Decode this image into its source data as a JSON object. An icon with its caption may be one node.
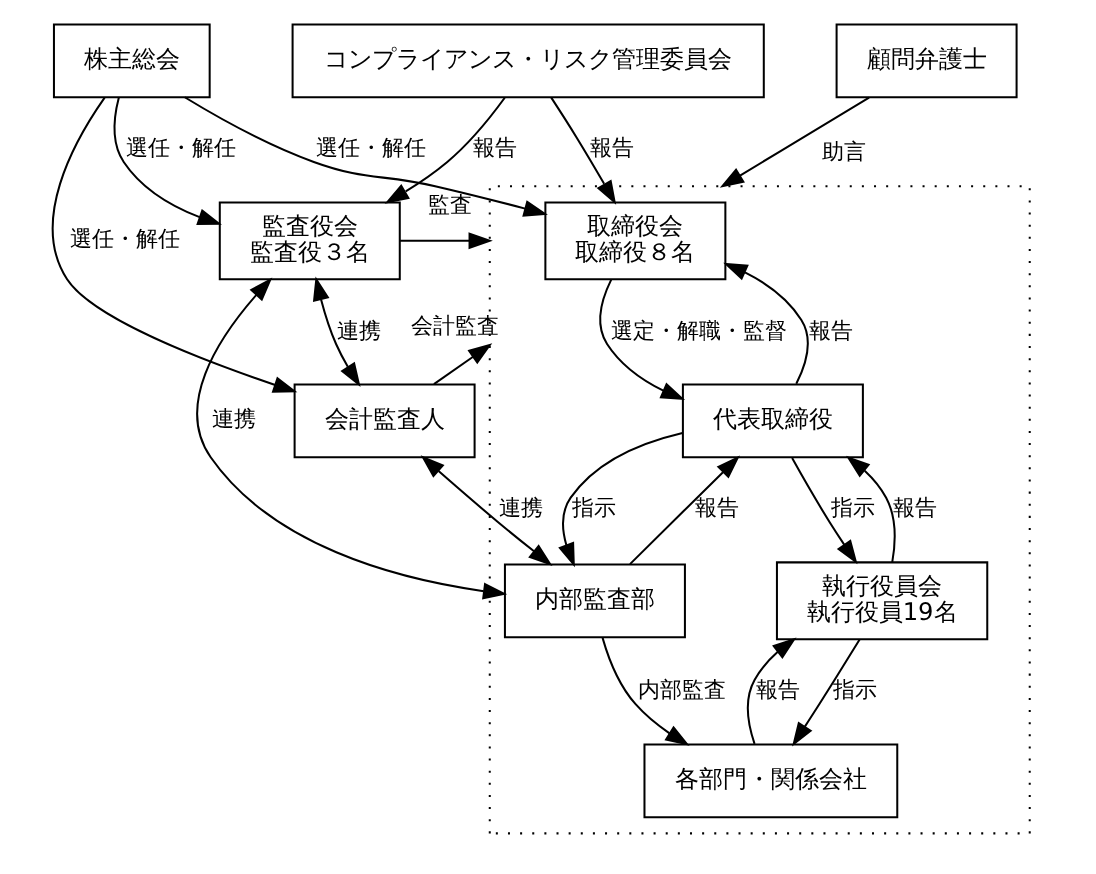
{
  "diagram": {
    "nodes": [
      {
        "text": [
          "株主総会"
        ]
      },
      {
        "text": [],
        "shape": "box"
      },
      {
        "text": [
          "取締役会",
          "取締役８名"
        ],
        "in": 1
      },
      {
        "text": [
          "コンプライアンス・リスク管理委員会"
        ]
      },
      {
        "text": [
          "代表取締役"
        ],
        "in": 1
      },
      {
        "text": [
          "内部監査部"
        ],
        "in": 1
      },
      {
        "text": [
          "監査役会",
          "監査役３名"
        ]
      },
      {
        "text": [
          "執行役員会",
          "執行役員19名"
        ],
        "in": 1
      },
      {
        "text": [
          "会計監査人"
        ]
      },
      {
        "text": [
          "各部門・関係会社"
        ],
        "in": 1
      },
      {
        "text": [
          "顧問弁護士"
        ]
      }
    ],
    "edges": [
      {
        "from": 0,
        "to": 2,
        "arrow": "to",
        "label": "選任・解任"
      },
      {
        "from": 0,
        "to": 6,
        "arrow": "to",
        "label": "選任・解任"
      },
      {
        "from": 0,
        "to": 8,
        "arrow": "to",
        "label": "選任・解任"
      },
      {
        "from": 3,
        "to": 2,
        "arrow": "to",
        "label": "報告"
      },
      {
        "from": 3,
        "to": 6,
        "arrow": "to",
        "label": "報告"
      },
      {
        "from": 2,
        "to": 4,
        "arrow": "to",
        "label": "選定・解職・監督"
      },
      {
        "from": 4,
        "to": 2,
        "arrow": "to",
        "label": "報告"
      },
      {
        "from": 4,
        "to": 5,
        "arrow": "to",
        "label": "指示"
      },
      {
        "from": 5,
        "to": 4,
        "arrow": "to",
        "label": "報告"
      },
      {
        "from": 6,
        "to": 1,
        "arrow": "to",
        "label": "監査"
      },
      {
        "from": 5,
        "to": 6,
        "arrow": "both",
        "label": "連携"
      },
      {
        "from": 6,
        "to": 8,
        "arrow": "both",
        "label": "連携"
      },
      {
        "from": 4,
        "to": 7,
        "arrow": "to",
        "label": "指示"
      },
      {
        "from": 7,
        "to": 4,
        "arrow": "to",
        "label": "報告"
      },
      {
        "from": 8,
        "to": 1,
        "arrow": "to",
        "label": "会計監査"
      },
      {
        "from": 5,
        "to": 8,
        "arrow": "both",
        "label": "連携"
      },
      {
        "from": 7,
        "to": 9,
        "arrow": "to",
        "label": "指示"
      },
      {
        "from": 9,
        "to": 7,
        "arrow": "to",
        "label": "報告"
      },
      {
        "from": 5,
        "to": 9,
        "arrow": "to",
        "label": "内部監査"
      },
      {
        "from": 10,
        "to": 1,
        "arrow": "to",
        "label": "助言"
      }
    ]
  }
}
